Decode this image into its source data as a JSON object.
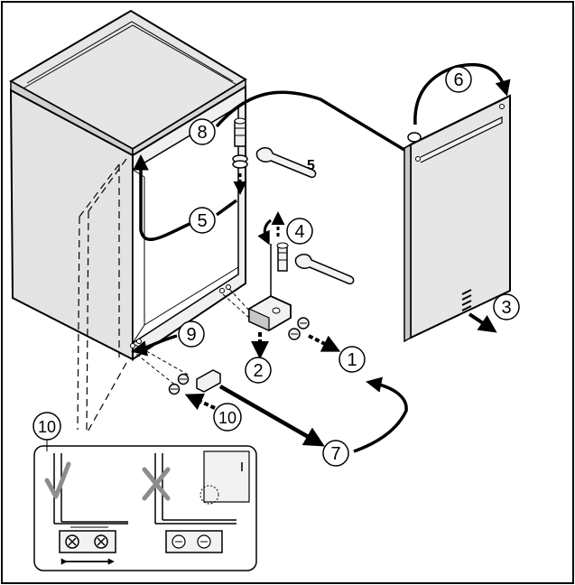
{
  "steps": {
    "s1": "1",
    "s2": "2",
    "s3": "3",
    "s4": "4",
    "s5": "5",
    "s6": "6",
    "s7": "7",
    "s8": "8",
    "s9": "9",
    "s10": "10",
    "s10_inset": "10",
    "wrench_label": "5"
  },
  "colors": {
    "ink": "#000000",
    "panel": "#e6e6e6",
    "panel_dark": "#c8c8c8",
    "detail": "#f2f2f2"
  }
}
